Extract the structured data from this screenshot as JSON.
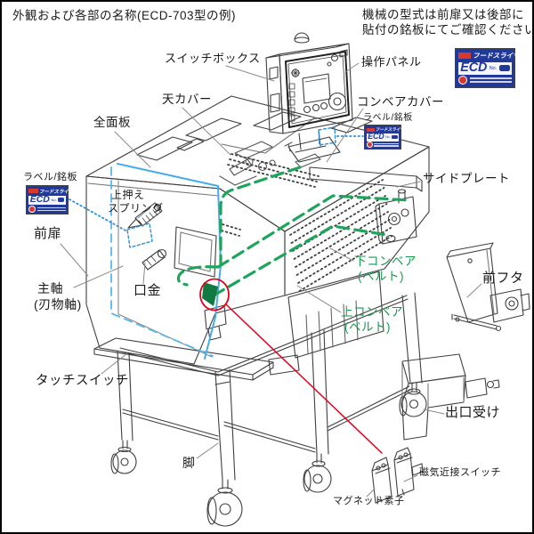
{
  "header": {
    "title": "外観および各部の名称(ECD-703型の例)",
    "note_line1": "機械の型式は前扉又は後部に",
    "note_line2": "貼付の銘板にてご確認ください"
  },
  "labels": {
    "switch_box": "スイッチボックス",
    "operation_panel": "操作パネル",
    "top_cover": "天カバー",
    "front_panel": "全面板",
    "conveyor_cover": "コンベアカバー",
    "label_nameplate": "ラベル/銘板",
    "side_plate": "サイドプレート",
    "upper_press_l1": "上押え",
    "upper_press_l2": "スプリング",
    "front_door": "前扉",
    "main_shaft_l1": "主軸",
    "main_shaft_l2": "(刃物軸)",
    "kuchigane": "口金",
    "lower_conveyor_l1": "下コンベア",
    "lower_conveyor_l2": "(ベルト)",
    "upper_conveyor_l1": "上コンベア",
    "upper_conveyor_l2": "(ベルト)",
    "front_lid": "前フタ",
    "touch_switch": "タッチスイッチ",
    "outlet_receiver": "出口受け",
    "leg": "脚",
    "magnetic_proximity_switch": "磁気近接スイッチ",
    "magnet_element": "マグネット素子"
  },
  "nameplate": {
    "brand": "フードスライサー",
    "model": "ECD",
    "no_label": "No."
  },
  "colors": {
    "line": "#3f3f3f",
    "belt_green": "#1ea55b",
    "highlight_cyan": "#45aee8",
    "alert_red": "#e3001b",
    "plate_blue": "#20399b"
  }
}
